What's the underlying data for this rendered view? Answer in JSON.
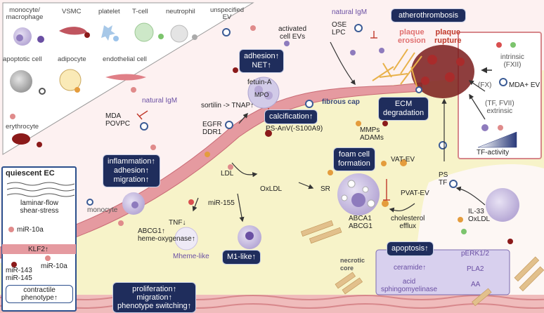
{
  "legend": {
    "monocyte": "monocyte/\nmacrophage",
    "vsmc": "VSMC",
    "platelet": "platelet",
    "tcell": "T-cell",
    "neutrophil": "neutrophil",
    "unspecified_ev": "unspecified\nEV",
    "apoptotic_cell": "apoptotic cell",
    "adipocyte": "adipocyte",
    "endothelial_cell": "endothelial cell",
    "erythrocyte": "erythrocyte"
  },
  "quiescent": {
    "title": "quiescent EC",
    "flow": "laminar-flow\nshear-stress",
    "mir10a_top": "miR-10a",
    "klf2": "KLF2↑",
    "mir143": "miR-143\nmiR-145",
    "mir10a_bottom": "miR-10a",
    "contractile": "contractile\nphenotype↑"
  },
  "labels": {
    "natural_igm_left": "natural IgM",
    "mda_povpc": "MDA\nPOVPC",
    "natural_igm_top": "natural IgM",
    "ose_lpc": "OSE\nLPC",
    "activated_evs": "activated\ncell EVs",
    "mpo": "MPO",
    "fetuin": "fetuin-A",
    "sortilin": "sortilin -> TNAP↑",
    "egfr": "EGFR\nDDR1",
    "ps_anv": "PS-AnV(-S100A9)",
    "fibrous_cap": "fibrous cap",
    "mmps": "MMPs\nADAMs",
    "ldl": "LDL",
    "oxldl": "OxLDL",
    "sr": "SR",
    "vat_ev": "VAT-EV",
    "pvat_ev": "PVAT-EV",
    "abca1": "ABCA1\nABCG1",
    "chol_efflux": "cholesterol\nefflux",
    "ps_tf": "PS\nTF",
    "il33": "IL-33\nOxLDL",
    "monocyte": "monocyte",
    "mir155": "miR-155",
    "tnf": "TNF↓",
    "abcg1_heme": "ABCG1↑\nheme-oxygenase↑",
    "mheme": "Mheme-like",
    "necrotic": "necrotic\ncore",
    "perk": "pERK1/2",
    "pla2": "PLA2",
    "aa": "AA",
    "ceramide": "ceramide↑",
    "acid_sm": "acid\nsphingomyelinase",
    "plaque_erosion": "plaque\nerosion",
    "plaque_rupture": "plaque\nrupture",
    "intrinsic": "intrinsic\n(FXII)",
    "fx": "(FX)",
    "mda_ev": "MDA+ EV",
    "extrinsic": "(TF, FVII)\nextrinsic",
    "tf_activity": "TF-activity"
  },
  "boxes": {
    "atherothrombosis": "atherothrombosis",
    "adhesion_net": "adhesion↑\nNET↑",
    "calcification": "calcification↑",
    "ecm": "ECM\ndegradation",
    "inflammation": "inflammation↑\nadhesion↑\nmigration↑",
    "foam": "foam cell\nformation",
    "m1": "M1-like↑",
    "apoptosis": "apoptosis↑",
    "proliferation": "proliferation↑\nmigration↑\nphenotype switching↑"
  },
  "colors": {
    "lumen": "#fdf1f1",
    "intima": "#f7f3c9",
    "endothelium": "#e07f87",
    "navy": "#1f2d5c",
    "purple_box": "#d8d0ee",
    "media": "#f4c9c6"
  }
}
